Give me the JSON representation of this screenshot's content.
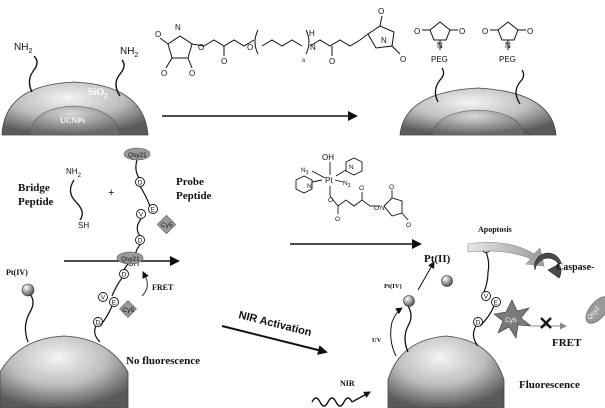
{
  "diagram": {
    "labels": {
      "nh2": "NH",
      "nh2_sub": "2",
      "sio2": "SiO",
      "sio2_sub": "2",
      "ucnps": "UCNPs",
      "o": "O",
      "n": "N",
      "h": "H",
      "s": "s",
      "peg": "PEG",
      "bridge_peptide_1": "Bridge",
      "bridge_peptide_2": "Peptide",
      "probe_peptide_1": "Probe",
      "probe_peptide_2": "Peptide",
      "plus": "+",
      "sh": "SH",
      "qsy21": "Qsy21",
      "cy5": "Cy5",
      "res_d": "D",
      "res_e": "E",
      "res_v": "V",
      "fret": "FRET",
      "pt_iv": "Pt(IV)",
      "pt_ii": "Pt(II)",
      "no_fluorescence": "No fluorescence",
      "nir_activation": "NIR Activation",
      "nir": "NIR",
      "uv": "UV",
      "apoptosis": "Apoptosis",
      "caspase": "Caspase-",
      "qsy_cut": "Qsy2",
      "fluorescence": "Fluorescence",
      "oh": "OH",
      "n3": "N",
      "n3_sub": "3",
      "pt": "Pt"
    },
    "colors": {
      "ink": "#111111",
      "sphere_light": "#f2f2f2",
      "sphere_dark": "#6e6e6e",
      "label_grey": "#9a9a9a",
      "caspase_dark": "#4a4a4a",
      "star_grey": "#7a7a7a"
    }
  }
}
